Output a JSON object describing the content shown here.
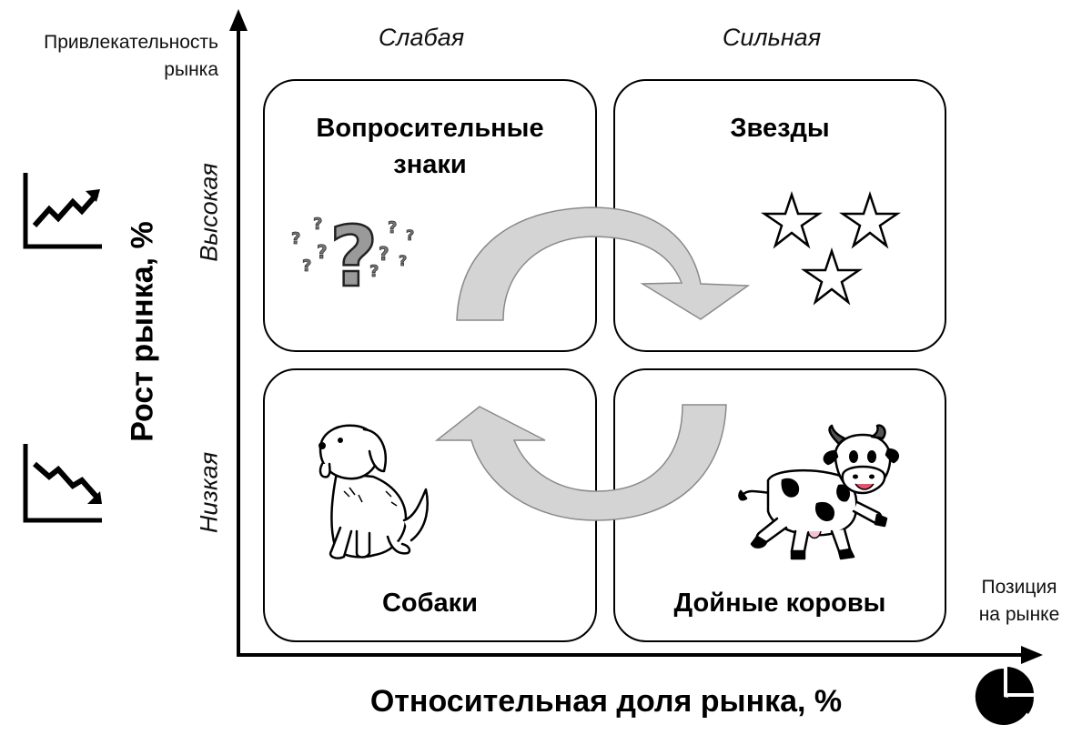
{
  "market_attractiveness": {
    "line1": "Привлекательность",
    "line2": "рынка"
  },
  "columns": {
    "weak": "Слабая",
    "strong": "Сильная"
  },
  "rows": {
    "high": "Высокая",
    "low": "Низкая"
  },
  "quadrants": {
    "question_marks": {
      "line1": "Вопросительные",
      "line2": "знаки"
    },
    "stars": "Звезды",
    "dogs": "Собаки",
    "cash_cows": "Дойные коровы"
  },
  "axes": {
    "y_title": "Рост рынка, %",
    "x_title": "Относительная доля рынка, %"
  },
  "market_position": {
    "line1": "Позиция",
    "line2": "на рынке"
  },
  "icons": {
    "growth_up": "trend-up-icon",
    "growth_down": "trend-down-icon",
    "share": "pie-chart-icon",
    "question": "question-marks-icon",
    "stars": "star-icon",
    "dog": "dog-icon",
    "cow": "cow-icon"
  },
  "colors": {
    "arrow_fill": "#d4d4d4",
    "arrow_stroke": "#8a8a8a",
    "axis": "#000000"
  }
}
